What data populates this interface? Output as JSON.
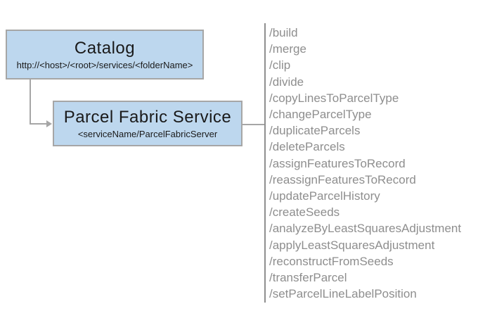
{
  "diagram": {
    "catalog_box": {
      "title": "Catalog",
      "subtitle": "http://<host>/<root>/services/<folderName>"
    },
    "service_box": {
      "title": "Parcel Fabric Service",
      "subtitle": "<serviceName/ParcelFabricServer"
    },
    "operations": [
      "/build",
      "/merge",
      "/clip",
      "/divide",
      "/copyLinesToParcelType",
      "/changeParcelType",
      "/duplicateParcels",
      "/deleteParcels",
      "/assignFeaturesToRecord",
      "/reassignFeaturesToRecord",
      "/updateParcelHistory",
      "/createSeeds",
      "/analyzeByLeastSquaresAdjustment",
      "/applyLeastSquaresAdjustment",
      "/reconstructFromSeeds",
      "/transferParcel",
      "/setParcelLineLabelPosition"
    ],
    "colors": {
      "box_fill": "#bdd7ee",
      "box_border": "#a6a6a6",
      "connector": "#a6a6a6",
      "separator": "#8e8e8e",
      "operation_text": "#8e8e8e",
      "title_text": "#1a1a1a"
    }
  }
}
